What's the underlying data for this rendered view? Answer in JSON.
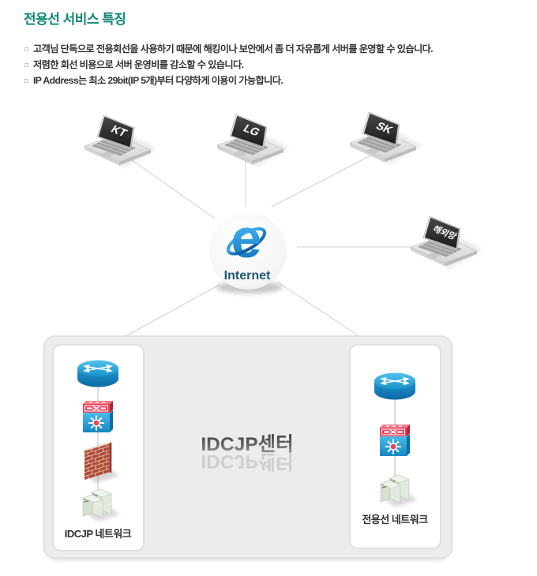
{
  "header": {
    "title": "전용선 서비스 특징",
    "bullets": [
      "고객님 단독으로 전용회선을 사용하기 때문에 해킹이나 보안에서 좀 더 자유롭게 서버를 운영할 수 있습니다.",
      "저렴한 회선 비용으로 서버 운영비를 감소할 수 있습니다.",
      "IP Address는 최소 29bit(IP 5개)부터 다양하게 이용이 가능합니다."
    ]
  },
  "diagram": {
    "laptops": [
      {
        "id": "kt",
        "label": "KT"
      },
      {
        "id": "lg",
        "label": "LG"
      },
      {
        "id": "sk",
        "label": "SK"
      },
      {
        "id": "overseas",
        "label": "해외망"
      }
    ],
    "internet": {
      "label": "Internet"
    },
    "idc_center": {
      "title": "IDCJP센터"
    },
    "left_network": {
      "label": "IDCJP 네트워크",
      "devices": [
        "router",
        "switch",
        "firewall",
        "servers"
      ]
    },
    "right_network": {
      "label": "전용선 네트워크",
      "devices": [
        "router",
        "switch",
        "servers"
      ]
    },
    "colors": {
      "title_green": "#0E8674",
      "text_dark": "#333333",
      "line_gray": "#cfcfcf",
      "internet_text": "#215B76",
      "router_blue": "#1793CC",
      "switch_red": "#E8415A",
      "switch_blue": "#1E9AD6",
      "brick_red": "#B04A35",
      "panel_gray": "#ECECEC"
    }
  }
}
